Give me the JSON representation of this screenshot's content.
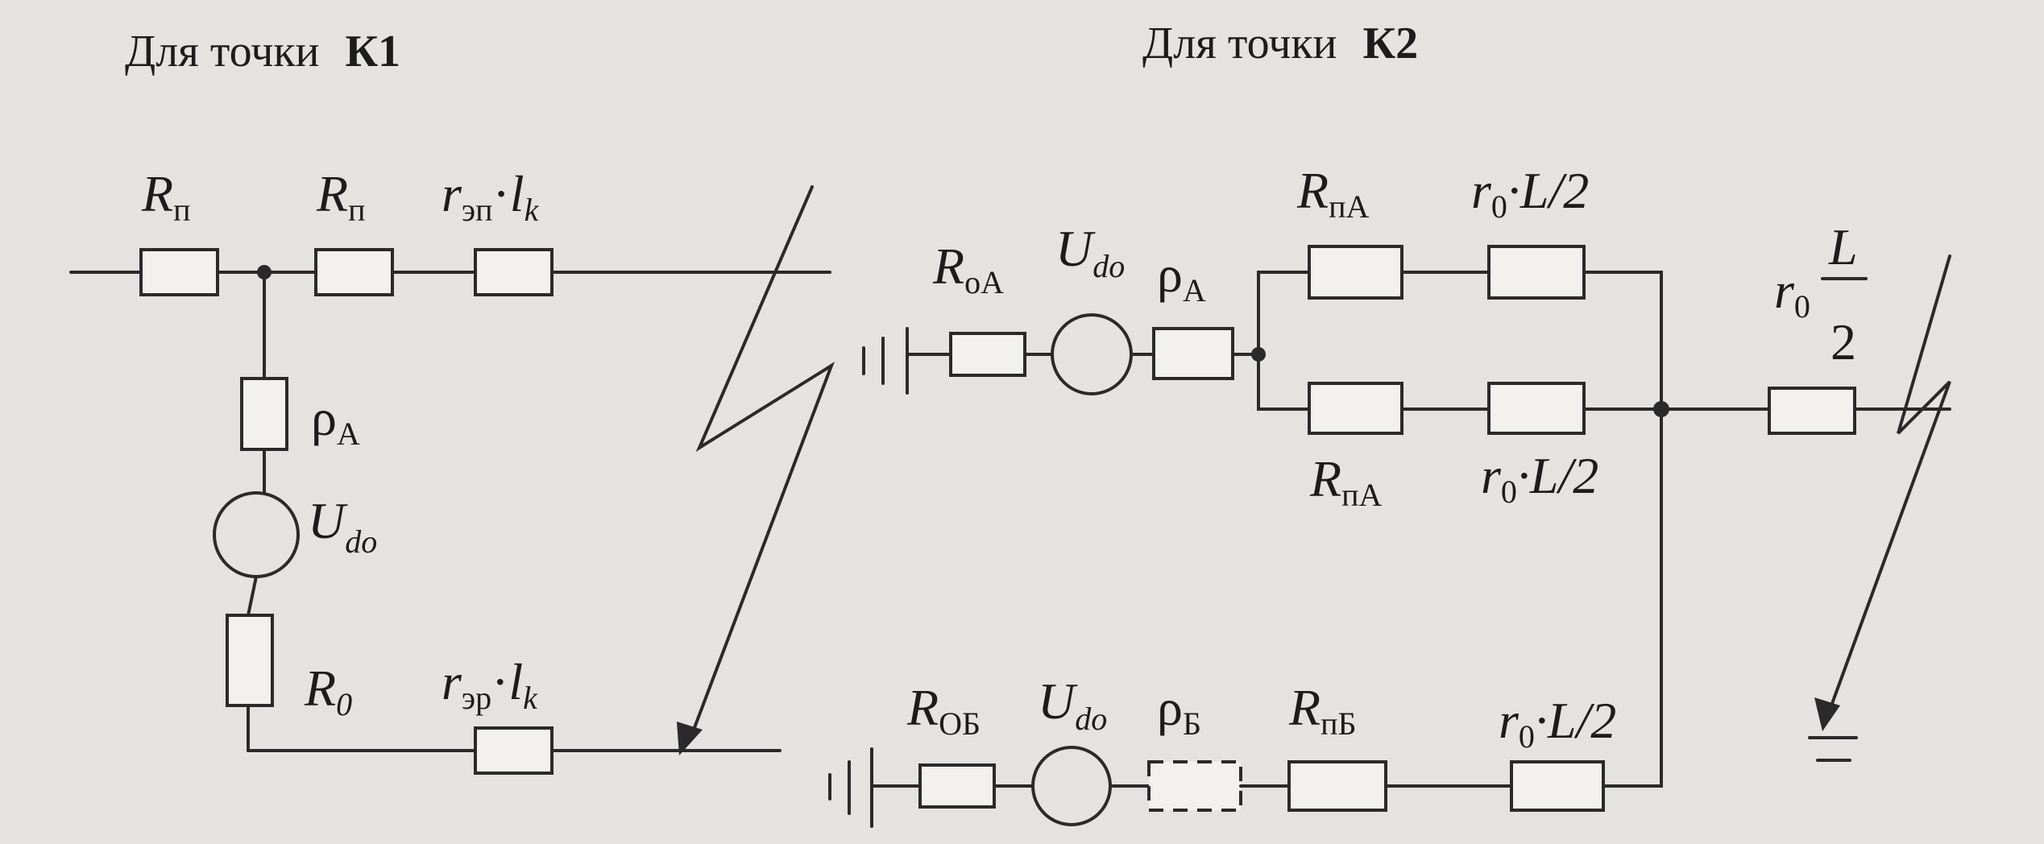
{
  "titles": {
    "left_prefix": "Для точки",
    "left_point": "К1",
    "right_prefix": "Для точки",
    "right_point": "К2"
  },
  "k1": {
    "r_p1": {
      "main": "R",
      "sub": "п"
    },
    "r_p2": {
      "main": "R",
      "sub": "п"
    },
    "r_ep": {
      "main": "r",
      "sub": "эп",
      "dot": "·",
      "l": "l",
      "lsub": "k"
    },
    "rho": {
      "main": "ρ",
      "sub": "A"
    },
    "udo": {
      "main": "U",
      "sub": "do"
    },
    "r0": {
      "main": "R",
      "sub": "0"
    },
    "r_er": {
      "main": "r",
      "sub": "эр",
      "dot": "·",
      "l": "l",
      "lsub": "k"
    }
  },
  "k2": {
    "r_oa": {
      "main": "R",
      "sub": "oA"
    },
    "udo_a": {
      "main": "U",
      "sub": "do"
    },
    "rho_a": {
      "main": "ρ",
      "sub": "A"
    },
    "r_pa_top": {
      "main": "R",
      "sub": "пA"
    },
    "r_pa_bot": {
      "main": "R",
      "sub": "пA"
    },
    "r0l2_top": {
      "main": "r",
      "sub": "0",
      "rest": "·L/2"
    },
    "r0l2_mid": {
      "main": "r",
      "sub": "0",
      "rest": "·L/2"
    },
    "r0_frac": {
      "main": "r",
      "sub": "0",
      "num": "L",
      "den": "2"
    },
    "r_ob": {
      "main": "R",
      "sub": "OБ"
    },
    "udo_b": {
      "main": "U",
      "sub": "do"
    },
    "rho_b": {
      "main": "ρ",
      "sub": "Б"
    },
    "r_pb": {
      "main": "R",
      "sub": "пБ"
    },
    "r0l2_bot": {
      "main": "r",
      "sub": "0",
      "rest": "·L/2"
    }
  }
}
